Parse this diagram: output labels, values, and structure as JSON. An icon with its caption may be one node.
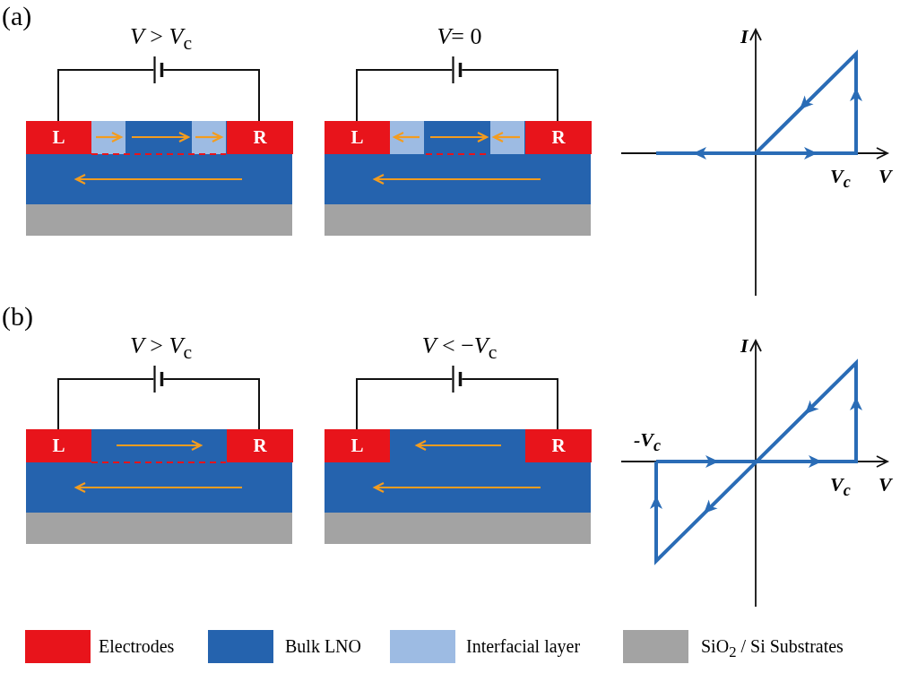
{
  "diagram": {
    "nodes": [
      {
        "text": [],
        "shape": "battery",
        "beside": [
          "*V* > *V*$_{c}$"
        ]
      },
      {
        "text": [
          "L"
        ]
      },
      {
        "text": [
          "R"
        ]
      },
      {
        "text": [],
        "shape": "battery",
        "beside": [
          "*V*= 0"
        ]
      },
      {
        "text": [
          "L"
        ]
      },
      {
        "text": [
          "R"
        ]
      },
      {
        "text": [],
        "shape": "battery",
        "beside": [
          "*V* > *V*$_{c}$"
        ]
      },
      {
        "text": [
          "L"
        ]
      },
      {
        "text": [
          "R"
        ]
      },
      {
        "text": [],
        "shape": "battery",
        "beside": [
          "*V* < −*V*$_{c}$"
        ]
      },
      {
        "text": [
          "L"
        ]
      },
      {
        "text": [
          "R"
        ]
      }
    ],
    "edges": [
      {
        "from": 1,
        "to": 0,
        "arrow": "none"
      },
      {
        "from": 0,
        "to": 2,
        "arrow": "none"
      },
      {
        "from": 4,
        "to": 3,
        "arrow": "none"
      },
      {
        "from": 3,
        "to": 5,
        "arrow": "none"
      },
      {
        "from": 7,
        "to": 6,
        "arrow": "none"
      },
      {
        "from": 6,
        "to": 8,
        "arrow": "none"
      },
      {
        "from": 10,
        "to": 9,
        "arrow": "none"
      },
      {
        "from": 9,
        "to": 11,
        "arrow": "none"
      }
    ],
    "labels": [
      "(a)",
      "I",
      "V$_{c}$",
      "V",
      "(b)",
      "I",
      "-V$_{c}$",
      "V$_{c}$",
      "V"
    ],
    "legend": [
      {
        "text": "Electrodes",
        "color": "#e8141b"
      },
      {
        "text": "Bulk LNO",
        "color": "#2563ae"
      },
      {
        "text": "Interfacial layer",
        "color": "#9dbbe3"
      },
      {
        "text": "SiO$_{2}$ / Si Substrates",
        "color": "#a3a3a3"
      }
    ]
  }
}
